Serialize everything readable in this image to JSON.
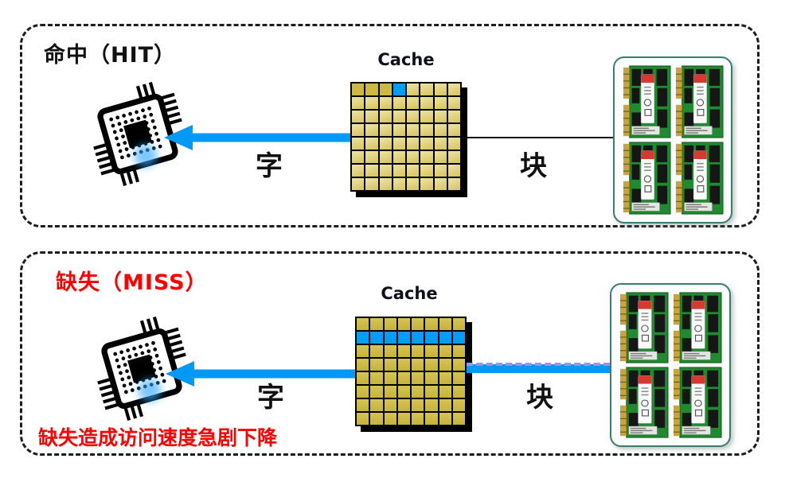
{
  "diagram": {
    "hit_panel": {
      "title": "命中（HIT）",
      "cache_label": "Cache",
      "word_label": "字",
      "block_label": "块",
      "cache_grid": {
        "rows": 8,
        "cols": 8,
        "highlight_cells": [
          [
            0,
            3
          ]
        ],
        "dark_cells": [
          [
            0,
            0
          ],
          [
            0,
            1
          ],
          [
            0,
            2
          ]
        ]
      },
      "memory_modules": 4
    },
    "miss_panel": {
      "title": "缺失（MISS）",
      "cache_label": "Cache",
      "word_label": "字",
      "block_label": "块",
      "note": "缺失造成访问速度急剧下降",
      "cache_grid": {
        "rows": 8,
        "cols": 8,
        "highlight_rows": [
          1
        ]
      },
      "memory_modules": 4
    },
    "colors": {
      "highlight_blue": "#009FF3",
      "arrow_blue": "#0099F5",
      "dash_lavender": "#A18FF5",
      "cell_gold": "#D7C45C",
      "cell_gold_light": "#EDE4A4",
      "cell_gold_dark": "#CDB93E",
      "cell_olive": "#C6B33A",
      "cell_olive_light": "#D6C454",
      "title_black": "#111111",
      "miss_red": "#FF0000",
      "memory_border_teal": "#3A7D6E",
      "pcb_green": "#1F8A30",
      "pin_gold": "#C8A43C",
      "ram_label_red": "#D6392F"
    }
  }
}
